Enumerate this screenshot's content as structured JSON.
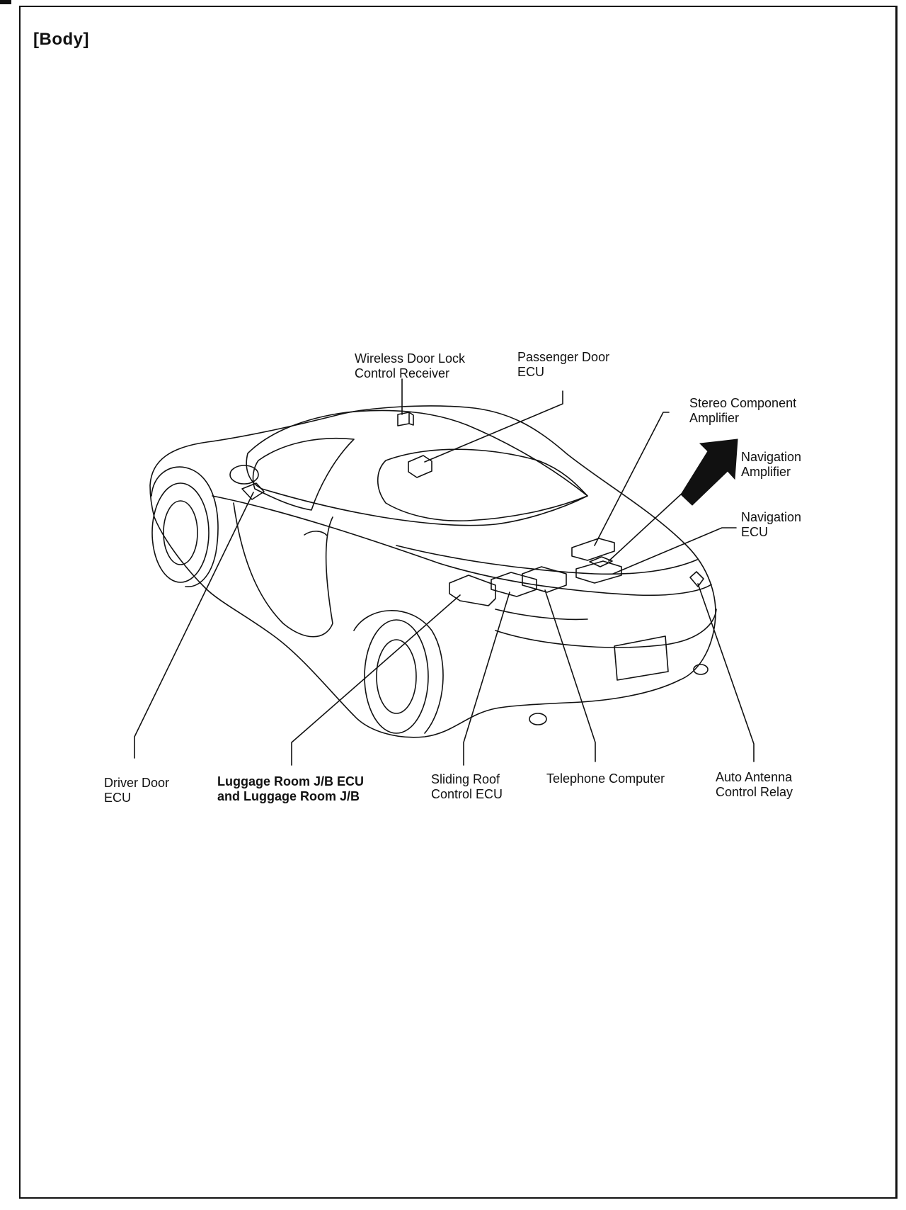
{
  "section_title": "[Body]",
  "labels": {
    "wireless_receiver": [
      "Wireless Door Lock",
      "Control Receiver"
    ],
    "passenger_door_ecu": [
      "Passenger Door",
      "ECU"
    ],
    "stereo_amplifier": [
      "Stereo Component",
      "Amplifier"
    ],
    "navigation_amplifier": [
      "Navigation",
      "Amplifier"
    ],
    "navigation_ecu": [
      "Navigation",
      "ECU"
    ],
    "driver_door_ecu": [
      "Driver Door",
      "ECU"
    ],
    "luggage_room_jb": [
      "Luggage Room J/B ECU",
      "and Luggage Room J/B"
    ],
    "sliding_roof_ecu": [
      "Sliding Roof",
      "Control ECU"
    ],
    "telephone_computer": [
      "Telephone Computer"
    ],
    "auto_antenna_relay": [
      "Auto Antenna",
      "Control Relay"
    ]
  },
  "icons": {
    "front_arrow": "front-direction-arrow-icon"
  }
}
